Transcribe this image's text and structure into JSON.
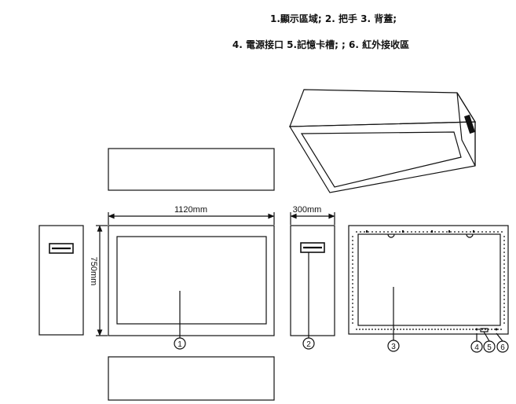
{
  "captions": {
    "line1": "1.顯示區域; 2. 把手 3. 背蓋;",
    "line2": "4. 電源接口 5.記憶卡槽; ; 6. 紅外接收區"
  },
  "dimensions": {
    "width": "1120mm",
    "height": "750mm",
    "depth": "300mm"
  },
  "callouts": {
    "display": "1",
    "handle": "2",
    "back_cover": "3",
    "power": "4",
    "card_slot": "5",
    "ir": "6"
  }
}
